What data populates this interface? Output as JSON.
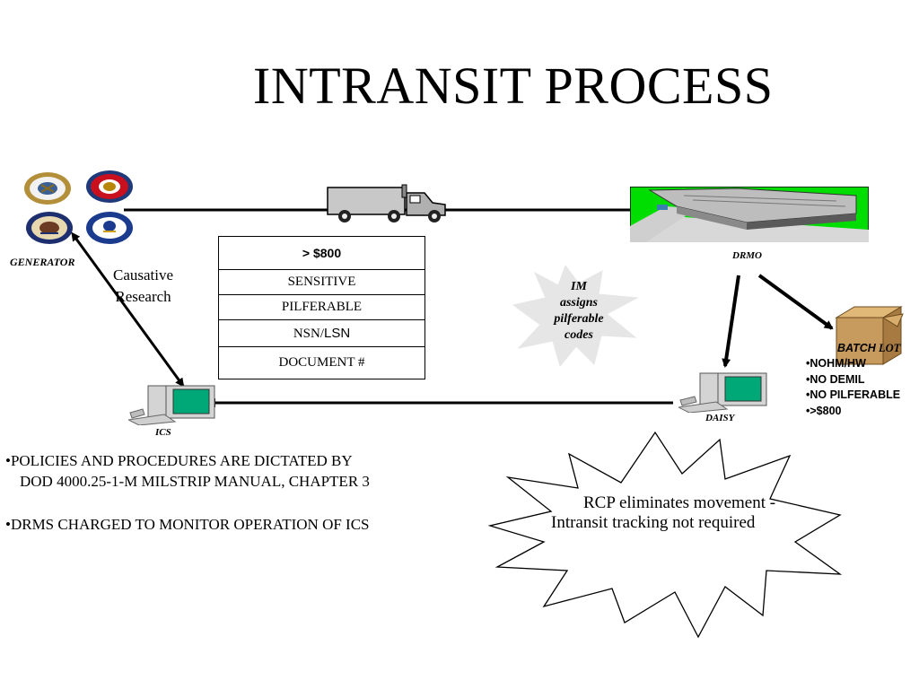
{
  "slide": {
    "title": "INTRANSIT PROCESS",
    "generator_label": "GENERATOR",
    "drmo_label": "DRMO",
    "ics_label": "ICS",
    "daisy_label": "DAISY",
    "causative_line1": "Causative",
    "causative_line2": "Research",
    "table_rows": [
      {
        "text": "> $800",
        "bold": true
      },
      {
        "text": "SENSITIVE"
      },
      {
        "text": "PILFERABLE"
      },
      {
        "text_prefix": "NSN/",
        "text_suffix": "LSN"
      },
      {
        "text": "DOCUMENT #"
      }
    ],
    "im_star": {
      "line1": "IM",
      "line2": "assigns",
      "line3": "pilferable",
      "line4": "codes"
    },
    "batch": {
      "prefix": "BATCH",
      "suffix": " LOT"
    },
    "batch_items": [
      "•NOHM/HW",
      "•NO DEMIL",
      "•NO PILFERABLE",
      "•>$800"
    ],
    "policy_line1": "•POLICIES AND PROCEDURES ARE DICTATED BY",
    "policy_line2": "DOD 4000.25-1-M MILSTRIP MANUAL, CHAPTER 3",
    "drms_line": "•DRMS CHARGED TO MONITOR OPERATION OF ICS",
    "rcp": {
      "line1": "RCP eliminates movement -",
      "line2": "Intransit tracking not required"
    },
    "colors": {
      "grass": "#00dd00",
      "monitor_screen": "#00a878",
      "box": "#c79a5d",
      "star_fill": "#e6e6e6"
    }
  }
}
